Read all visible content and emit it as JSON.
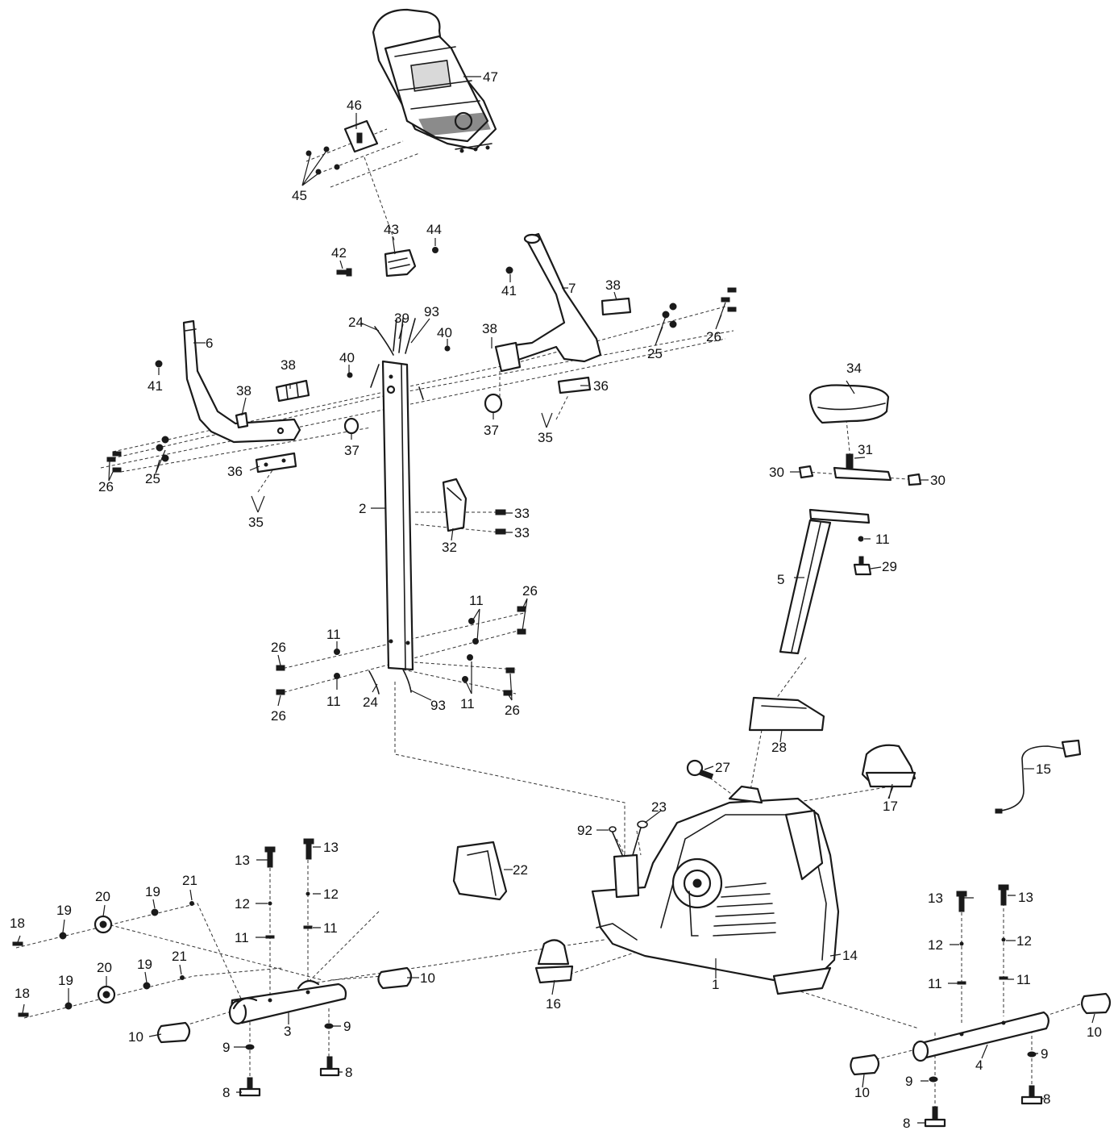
{
  "callouts": [
    {
      "id": "c1",
      "text": "1"
    },
    {
      "id": "c2",
      "text": "2"
    },
    {
      "id": "c3",
      "text": "3"
    },
    {
      "id": "c4",
      "text": "4"
    },
    {
      "id": "c5",
      "text": "5"
    },
    {
      "id": "c6",
      "text": "6"
    },
    {
      "id": "c7",
      "text": "7"
    },
    {
      "id": "c8a",
      "text": "8"
    },
    {
      "id": "c8b",
      "text": "8"
    },
    {
      "id": "c8c",
      "text": "8"
    },
    {
      "id": "c8d",
      "text": "8"
    },
    {
      "id": "c9a",
      "text": "9"
    },
    {
      "id": "c9b",
      "text": "9"
    },
    {
      "id": "c9c",
      "text": "9"
    },
    {
      "id": "c9d",
      "text": "9"
    },
    {
      "id": "c10a",
      "text": "10"
    },
    {
      "id": "c10b",
      "text": "10"
    },
    {
      "id": "c10c",
      "text": "10"
    },
    {
      "id": "c10d",
      "text": "10"
    },
    {
      "id": "c11a",
      "text": "11"
    },
    {
      "id": "c11b",
      "text": "11"
    },
    {
      "id": "c11c",
      "text": "11"
    },
    {
      "id": "c11d",
      "text": "11"
    },
    {
      "id": "c11e",
      "text": "11"
    },
    {
      "id": "c11f",
      "text": "11"
    },
    {
      "id": "c11g",
      "text": "11"
    },
    {
      "id": "c11h",
      "text": "11"
    },
    {
      "id": "c11i",
      "text": "11"
    },
    {
      "id": "c11j",
      "text": "11"
    },
    {
      "id": "c11k",
      "text": "11"
    },
    {
      "id": "c12a",
      "text": "12"
    },
    {
      "id": "c12b",
      "text": "12"
    },
    {
      "id": "c12c",
      "text": "12"
    },
    {
      "id": "c12d",
      "text": "12"
    },
    {
      "id": "c13a",
      "text": "13"
    },
    {
      "id": "c13b",
      "text": "13"
    },
    {
      "id": "c13c",
      "text": "13"
    },
    {
      "id": "c13d",
      "text": "13"
    },
    {
      "id": "c14",
      "text": "14"
    },
    {
      "id": "c15",
      "text": "15"
    },
    {
      "id": "c16",
      "text": "16"
    },
    {
      "id": "c17",
      "text": "17"
    },
    {
      "id": "c18a",
      "text": "18"
    },
    {
      "id": "c18b",
      "text": "18"
    },
    {
      "id": "c19a",
      "text": "19"
    },
    {
      "id": "c19b",
      "text": "19"
    },
    {
      "id": "c19c",
      "text": "19"
    },
    {
      "id": "c19d",
      "text": "19"
    },
    {
      "id": "c20a",
      "text": "20"
    },
    {
      "id": "c20b",
      "text": "20"
    },
    {
      "id": "c21a",
      "text": "21"
    },
    {
      "id": "c21b",
      "text": "21"
    },
    {
      "id": "c22",
      "text": "22"
    },
    {
      "id": "c23",
      "text": "23"
    },
    {
      "id": "c24a",
      "text": "24"
    },
    {
      "id": "c24b",
      "text": "24"
    },
    {
      "id": "c25a",
      "text": "25"
    },
    {
      "id": "c25b",
      "text": "25"
    },
    {
      "id": "c26a",
      "text": "26"
    },
    {
      "id": "c26b",
      "text": "26"
    },
    {
      "id": "c26c",
      "text": "26"
    },
    {
      "id": "c26d",
      "text": "26"
    },
    {
      "id": "c26e",
      "text": "26"
    },
    {
      "id": "c26f",
      "text": "26"
    },
    {
      "id": "c27",
      "text": "27"
    },
    {
      "id": "c28",
      "text": "28"
    },
    {
      "id": "c29",
      "text": "29"
    },
    {
      "id": "c30a",
      "text": "30"
    },
    {
      "id": "c30b",
      "text": "30"
    },
    {
      "id": "c31",
      "text": "31"
    },
    {
      "id": "c32",
      "text": "32"
    },
    {
      "id": "c33a",
      "text": "33"
    },
    {
      "id": "c33b",
      "text": "33"
    },
    {
      "id": "c34",
      "text": "34"
    },
    {
      "id": "c35a",
      "text": "35"
    },
    {
      "id": "c35b",
      "text": "35"
    },
    {
      "id": "c36a",
      "text": "36"
    },
    {
      "id": "c36b",
      "text": "36"
    },
    {
      "id": "c37a",
      "text": "37"
    },
    {
      "id": "c37b",
      "text": "37"
    },
    {
      "id": "c38a",
      "text": "38"
    },
    {
      "id": "c38b",
      "text": "38"
    },
    {
      "id": "c38c",
      "text": "38"
    },
    {
      "id": "c38d",
      "text": "38"
    },
    {
      "id": "c39",
      "text": "39"
    },
    {
      "id": "c40a",
      "text": "40"
    },
    {
      "id": "c40b",
      "text": "40"
    },
    {
      "id": "c41a",
      "text": "41"
    },
    {
      "id": "c41b",
      "text": "41"
    },
    {
      "id": "c42",
      "text": "42"
    },
    {
      "id": "c43",
      "text": "43"
    },
    {
      "id": "c44",
      "text": "44"
    },
    {
      "id": "c45",
      "text": "45"
    },
    {
      "id": "c46",
      "text": "46"
    },
    {
      "id": "c47",
      "text": "47"
    },
    {
      "id": "c92",
      "text": "92"
    },
    {
      "id": "c93a",
      "text": "93"
    },
    {
      "id": "c93b",
      "text": "93"
    }
  ]
}
